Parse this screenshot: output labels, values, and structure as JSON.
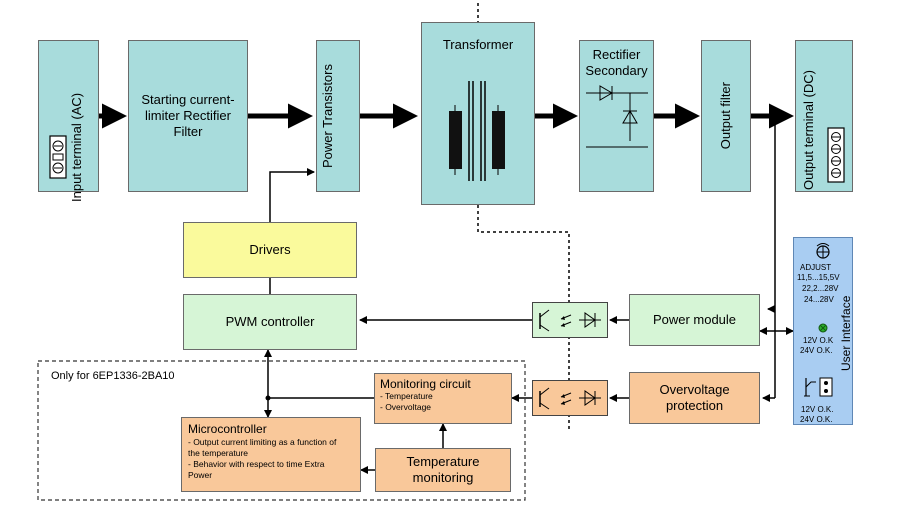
{
  "blocks": {
    "input_terminal": "Input terminal (AC)",
    "starting_limiter": "Starting current-limiter Rectifier Filter",
    "power_transistors": "Power Transistors",
    "transformer": "Transformer",
    "rectifier_secondary": "Rectifier Secondary",
    "output_filter": "Output filter",
    "output_terminal": "Output terminal (DC)",
    "drivers": "Drivers",
    "pwm_controller": "PWM controller",
    "power_module": "Power module",
    "overvoltage_protection": "Overvoltage protection",
    "monitoring_circuit": {
      "title": "Monitoring circuit",
      "items": [
        "- Temperature",
        "- Overvoltage"
      ]
    },
    "microcontroller": {
      "title": "Microcontroller",
      "items": [
        "- Output current limiting as a function of the temperature",
        "- Behavior with respect to time Extra Power"
      ]
    },
    "temperature_monitoring": "Temperature monitoring",
    "only_for_label": "Only for 6EP1336-2BA10"
  },
  "user_interface": {
    "title": "User Interface",
    "adjust_label": "ADJUST",
    "adjust_ranges": [
      "11,5...15,5V",
      "22,2...28V",
      "24...28V"
    ],
    "led_labels": [
      "12V O.K",
      "24V O.K."
    ],
    "relay_labels": [
      "12V O.K.",
      "24V O.K."
    ]
  },
  "colors": {
    "teal": "#a8dcdc",
    "yellow": "#fafa9c",
    "green": "#d6f5d6",
    "orange": "#f9c89a",
    "blue": "#a9cdf2",
    "led_green": "#2bb02b"
  }
}
